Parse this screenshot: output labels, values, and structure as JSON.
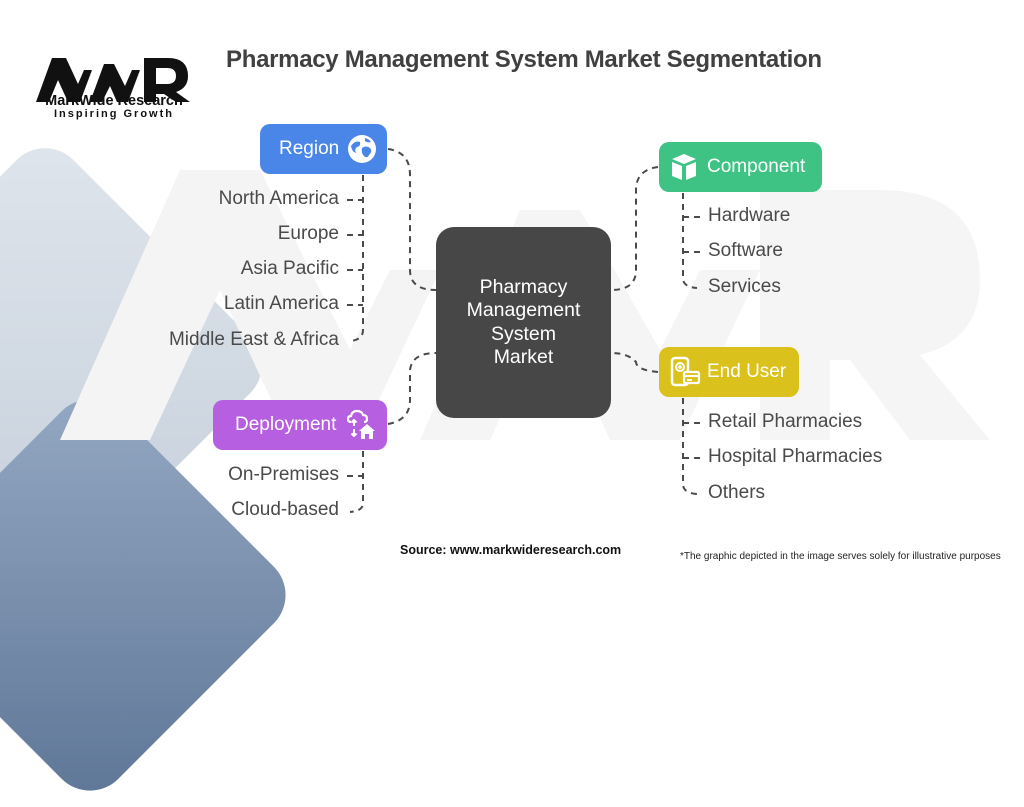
{
  "brand": {
    "logo_text": "MWR",
    "name": "MarkWide Research",
    "tagline": "Inspiring Growth"
  },
  "title": "Pharmacy Management System Market Segmentation",
  "center_node": {
    "label": "Pharmacy Management System Market",
    "lines": [
      "Pharmacy",
      "Management",
      "System",
      "Market"
    ],
    "color": "#474747"
  },
  "segments": {
    "region": {
      "label": "Region",
      "icon": "globe-icon",
      "color": "#4a86e8",
      "items": [
        "North America",
        "Europe",
        "Asia Pacific",
        "Latin America",
        "Middle East & Africa"
      ]
    },
    "component": {
      "label": "Component",
      "icon": "box-icon",
      "color": "#3ec384",
      "items": [
        "Hardware",
        "Software",
        "Services"
      ]
    },
    "end_user": {
      "label": "End User",
      "icon": "mobile-payment-icon",
      "color": "#dbc11b",
      "items": [
        "Retail Pharmacies",
        "Hospital Pharmacies",
        "Others"
      ]
    },
    "deployment": {
      "label": "Deployment",
      "icon": "cloud-home-icon",
      "color": "#b65fe0",
      "items": [
        "On-Premises",
        "Cloud-based"
      ]
    }
  },
  "footer": {
    "source": "Source: www.markwideresearch.com",
    "disclaimer": "*The graphic depicted in the image serves solely for illustrative purposes"
  }
}
